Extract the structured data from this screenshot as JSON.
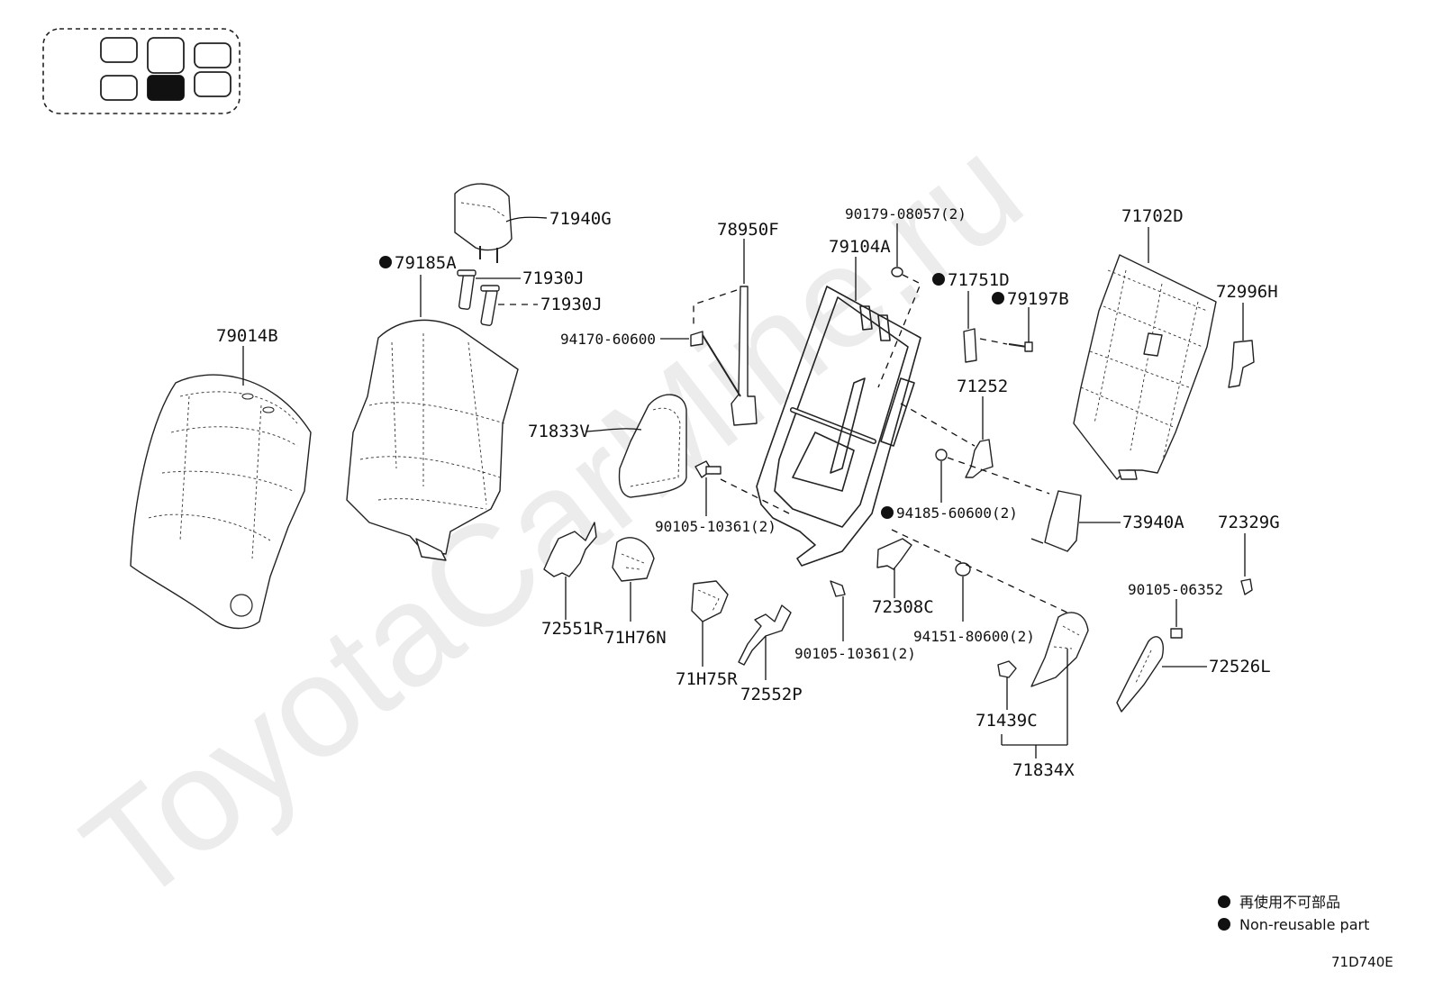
{
  "watermark": "ToyotaCarMine.ru",
  "seat_map": {
    "cells": 6,
    "highlighted": "rear-center"
  },
  "labels": {
    "p79014B": "79014B",
    "p79185A": "79185A",
    "p71940G": "71940G",
    "p71930J_a": "71930J",
    "p71930J_b": "71930J",
    "p78950F": "78950F",
    "p94170": "94170-60600",
    "p71833V": "71833V",
    "p90105a": "90105-10361(2)",
    "p72551R": "72551R",
    "p71H76N": "71H76N",
    "p71H75R": "71H75R",
    "p72552P": "72552P",
    "p79104A": "79104A",
    "p90179": "90179-08057(2)",
    "p71751D": "71751D",
    "p79197B": "79197B",
    "p71252": "71252",
    "p94185": "94185-60600(2)",
    "p73940A": "73940A",
    "p72308C": "72308C",
    "p94151": "94151-80600(2)",
    "p90105b": "90105-10361(2)",
    "p71439C": "71439C",
    "p71834X": "71834X",
    "p71702D": "71702D",
    "p72996H": "72996H",
    "p72329G": "72329G",
    "p90105c": "90105-06352",
    "p72526L": "72526L"
  },
  "legend": {
    "line1": "再使用不可部品",
    "line2": "Non-reusable part"
  },
  "diagram_code": "71D740E"
}
